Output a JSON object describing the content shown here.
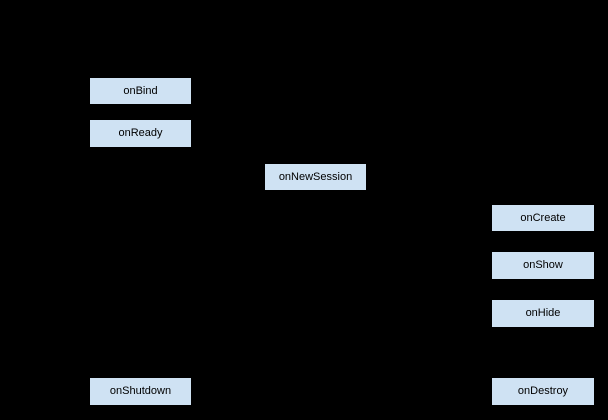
{
  "diagram": {
    "type": "lifecycle-flowchart",
    "background_color": "#000000",
    "node_fill_color": "#cfe2f3",
    "node_border_color": "#000000",
    "node_text_color": "#000000",
    "nodes": [
      {
        "id": "onBind",
        "label": "onBind"
      },
      {
        "id": "onReady",
        "label": "onReady"
      },
      {
        "id": "onNewSession",
        "label": "onNewSession"
      },
      {
        "id": "onCreate",
        "label": "onCreate"
      },
      {
        "id": "onShow",
        "label": "onShow"
      },
      {
        "id": "onHide",
        "label": "onHide"
      },
      {
        "id": "onShutdown",
        "label": "onShutdown"
      },
      {
        "id": "onDestroy",
        "label": "onDestroy"
      }
    ]
  }
}
